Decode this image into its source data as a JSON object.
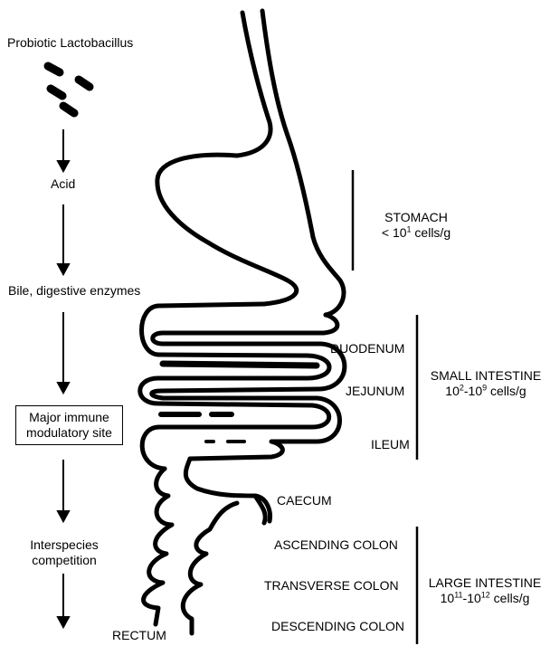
{
  "left_column": {
    "probiotic_label": "Probiotic Lactobacillus",
    "acid_label": "Acid",
    "bile_label": "Bile, digestive enzymes",
    "immune_box": {
      "line1": "Major immune",
      "line2": "modulatory site"
    },
    "competition": {
      "line1": "Interspecies",
      "line2": "competition"
    }
  },
  "organs": {
    "duodenum": "DUODENUM",
    "jejunum": "JEJUNUM",
    "ileum": "ILEUM",
    "caecum": "CAECUM",
    "ascending_colon": "ASCENDING COLON",
    "transverse_colon": "TRANSVERSE COLON",
    "descending_colon": "DESCENDING COLON",
    "rectum": "RECTUM"
  },
  "regions": {
    "stomach": {
      "name": "STOMACH",
      "count_prefix": "< 10",
      "count_exp": "1",
      "count_suffix": " cells/g"
    },
    "small_intestine": {
      "name": "SMALL INTESTINE",
      "count_base1": "10",
      "count_exp1": "2",
      "count_mid": "-10",
      "count_exp2": "9",
      "count_suffix": " cells/g"
    },
    "large_intestine": {
      "name": "LARGE INTESTINE",
      "count_base1": "10",
      "count_exp1": "11",
      "count_mid": "-10",
      "count_exp2": "12",
      "count_suffix": " cells/g"
    }
  }
}
